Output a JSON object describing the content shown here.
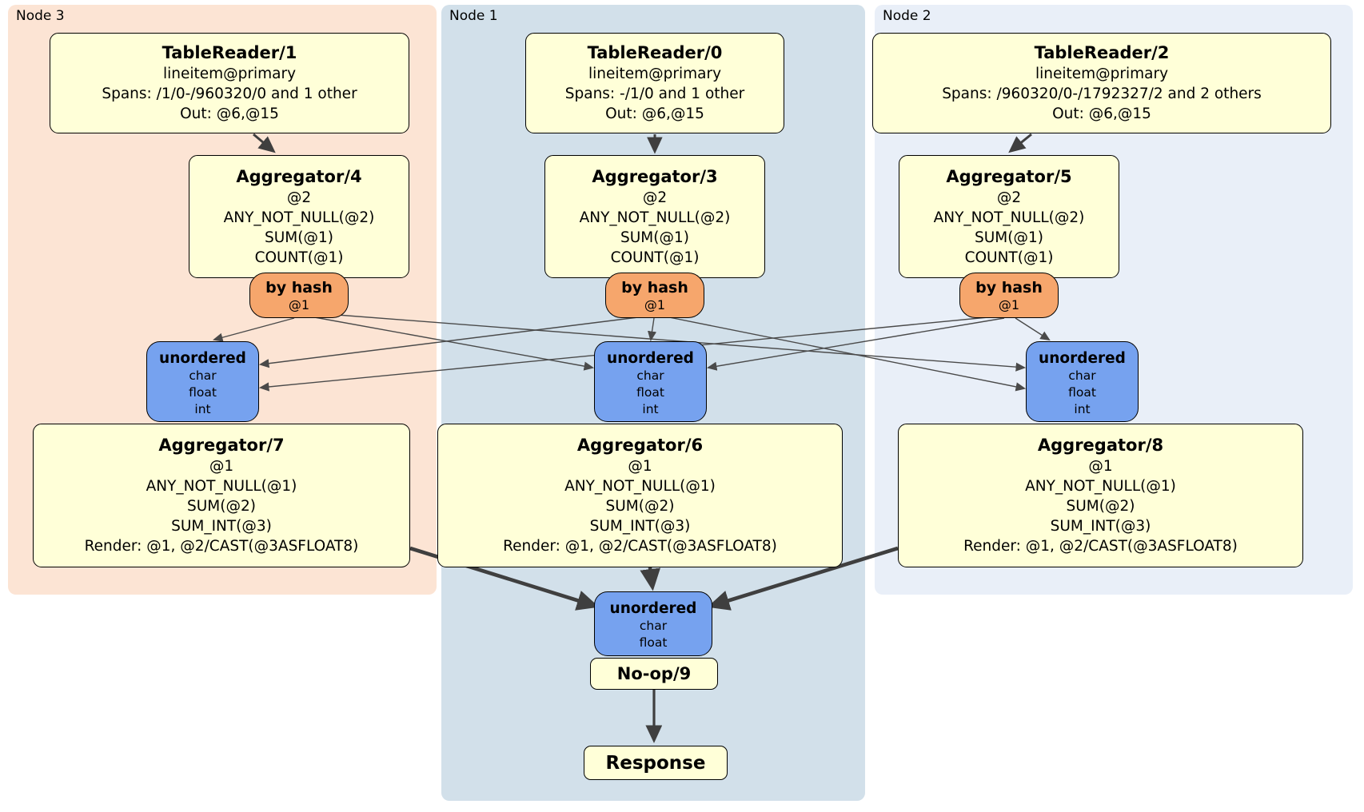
{
  "regions": {
    "node3": {
      "label": "Node 3"
    },
    "node1": {
      "label": "Node 1"
    },
    "node2": {
      "label": "Node 2"
    }
  },
  "processors": {
    "tr1": {
      "title": "TableReader/1",
      "lines": [
        "lineitem@primary",
        "Spans: /1/0-/960320/0 and 1 other",
        "Out: @6,@15"
      ]
    },
    "tr0": {
      "title": "TableReader/0",
      "lines": [
        "lineitem@primary",
        "Spans: -/1/0 and 1 other",
        "Out: @6,@15"
      ]
    },
    "tr2": {
      "title": "TableReader/2",
      "lines": [
        "lineitem@primary",
        "Spans: /960320/0-/1792327/2 and 2 others",
        "Out: @6,@15"
      ]
    },
    "agg4": {
      "title": "Aggregator/4",
      "lines": [
        "@2",
        "ANY_NOT_NULL(@2)",
        "SUM(@1)",
        "COUNT(@1)"
      ]
    },
    "agg3": {
      "title": "Aggregator/3",
      "lines": [
        "@2",
        "ANY_NOT_NULL(@2)",
        "SUM(@1)",
        "COUNT(@1)"
      ]
    },
    "agg5": {
      "title": "Aggregator/5",
      "lines": [
        "@2",
        "ANY_NOT_NULL(@2)",
        "SUM(@1)",
        "COUNT(@1)"
      ]
    },
    "agg7": {
      "title": "Aggregator/7",
      "lines": [
        "@1",
        "ANY_NOT_NULL(@1)",
        "SUM(@2)",
        "SUM_INT(@3)",
        "Render: @1, @2/CAST(@3ASFLOAT8)"
      ]
    },
    "agg6": {
      "title": "Aggregator/6",
      "lines": [
        "@1",
        "ANY_NOT_NULL(@1)",
        "SUM(@2)",
        "SUM_INT(@3)",
        "Render: @1, @2/CAST(@3ASFLOAT8)"
      ]
    },
    "agg8": {
      "title": "Aggregator/8",
      "lines": [
        "@1",
        "ANY_NOT_NULL(@1)",
        "SUM(@2)",
        "SUM_INT(@3)",
        "Render: @1, @2/CAST(@3ASFLOAT8)"
      ]
    },
    "noop": {
      "title": "No-op/9"
    },
    "response": {
      "title": "Response"
    }
  },
  "routers": {
    "r3": {
      "title": "by hash",
      "key": "@1"
    },
    "r1": {
      "title": "by hash",
      "key": "@1"
    },
    "r2": {
      "title": "by hash",
      "key": "@1"
    }
  },
  "syncs": {
    "s3": {
      "title": "unordered",
      "types": [
        "char",
        "float",
        "int"
      ]
    },
    "s1": {
      "title": "unordered",
      "types": [
        "char",
        "float",
        "int"
      ]
    },
    "s2": {
      "title": "unordered",
      "types": [
        "char",
        "float",
        "int"
      ]
    },
    "sf": {
      "title": "unordered",
      "types": [
        "char",
        "float"
      ]
    }
  },
  "colors": {
    "node3_bg": "#fce4d4",
    "node1_bg": "#d2e0ea",
    "node2_bg": "#e9eff8",
    "processor_fill": "#ffffd8",
    "router_fill": "#f6a66c",
    "sync_fill": "#76a2ef",
    "box_border": "#000000",
    "edge": "#4a4a4a"
  }
}
